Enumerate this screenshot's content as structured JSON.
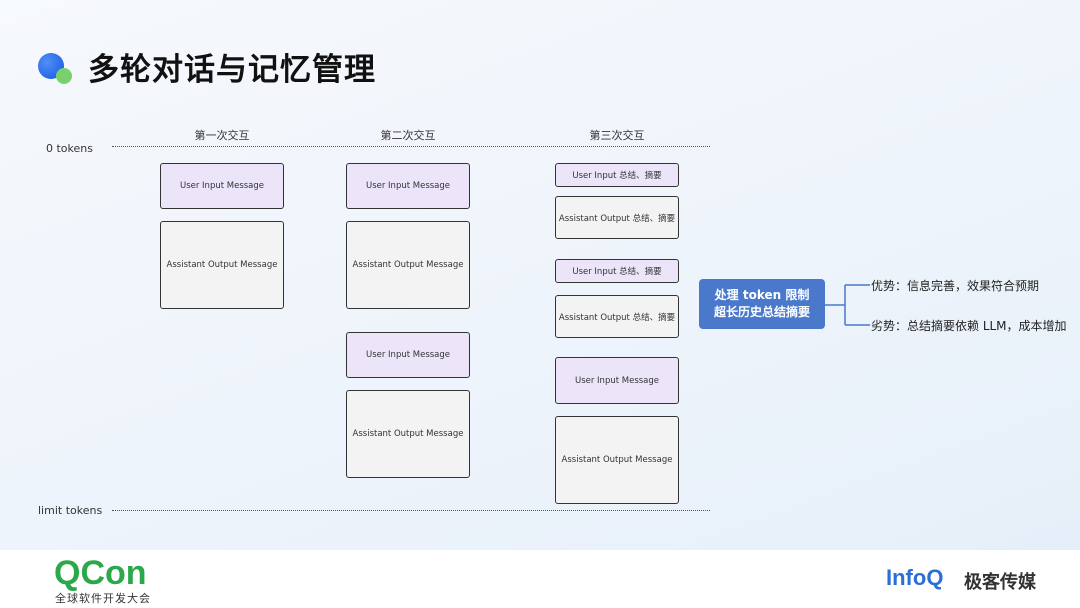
{
  "title": "多轮对话与记忆管理",
  "columns": [
    "第一次交互",
    "第二次交互",
    "第三次交互"
  ],
  "axis": {
    "top": "0 tokens",
    "bottom": "limit tokens"
  },
  "messages": {
    "user": "User Input Message",
    "assistant": "Assistant Output Message",
    "user_summary": "User Input 总结、摘要",
    "assistant_summary": "Assistant Output 总结、摘要"
  },
  "strategy": {
    "line1": "处理 token 限制",
    "line2": "超长历史总结摘要",
    "pros": "优势：信息完善，效果符合预期",
    "cons": "劣势：总结摘要依赖 LLM，成本增加"
  },
  "footer": {
    "qcon": "QCon",
    "qcon_sub": "全球软件开发大会",
    "infoq": "InfoQ",
    "brand_cn": "极客传媒"
  }
}
